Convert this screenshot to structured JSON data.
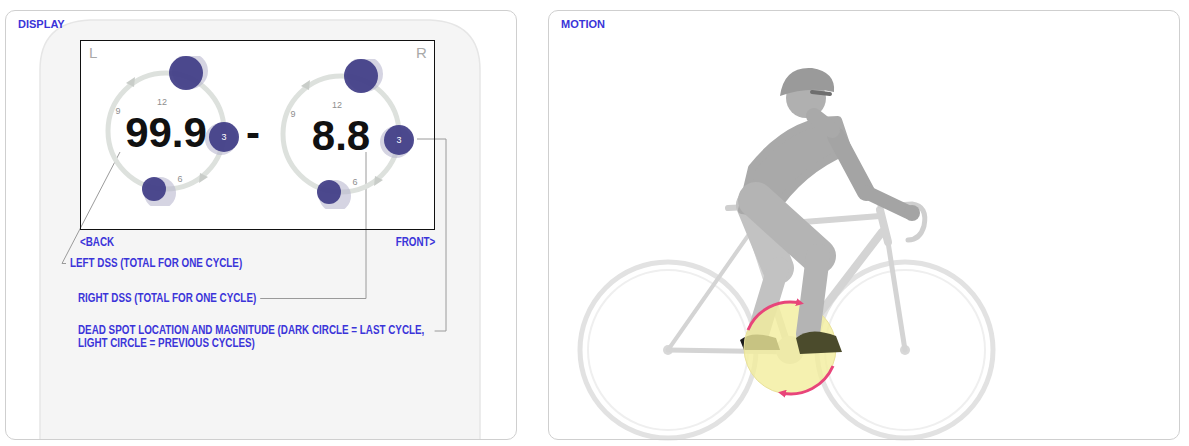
{
  "diagram": {
    "nodes": [
      {
        "text": [
          "DISPLAY"
        ]
      },
      {
        "text": [
          "L",
          "R",
          "-"
        ],
        "in": 0
      },
      {
        "text": [
          "12",
          "3",
          "6",
          "9",
          "99.9"
        ],
        "in": 1
      },
      {
        "text": [
          "12",
          "3",
          "6",
          "9",
          "8.8"
        ],
        "in": 1
      },
      {
        "text": [
          "MOTION"
        ]
      }
    ],
    "labels": [
      "<BACK",
      "FRONT>",
      "LEFT DSS (TOTAL FOR ONE CYCLE)",
      "RIGHT DSS (TOTAL FOR ONE CYCLE)",
      "DEAD SPOT LOCATION AND MAGNITUDE (DARK CIRCLE = LAST CYCLE, LIGHT CIRCLE = PREVIOUS CYCLES)"
    ]
  }
}
